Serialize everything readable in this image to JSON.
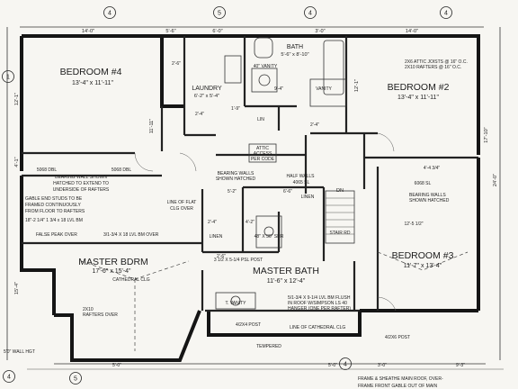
{
  "grid_markers": [
    "4",
    "5",
    "4",
    "4",
    "1",
    "4",
    "5",
    "4"
  ],
  "rooms": {
    "bedroom4": {
      "name": "BEDROOM #4",
      "size": "13'-4\" x 11'-11\""
    },
    "laundry": {
      "name": "LAUNDRY",
      "size": "6'-2\" x 5'-4\""
    },
    "bath": {
      "name": "BATH",
      "size": "5'-6\" x 8'-10\""
    },
    "bedroom2": {
      "name": "BEDROOM #2",
      "size": "13'-4\" x 11'-11\""
    },
    "master_bdrm": {
      "name": "MASTER BDRM",
      "size": "17'-6\" x 15'-4\"",
      "note": "CATHEDRAL CLG"
    },
    "master_bath": {
      "name": "MASTER BATH",
      "size": "11'-6\" x 12'-4\""
    },
    "bedroom3": {
      "name": "BEDROOM #3",
      "size": "11'-7\" x 13'-4\""
    }
  },
  "notes": {
    "bearing_wall_shown": "BEARING WALL SHOWN",
    "hatched_extend": "HATCHED TO EXTEND TO",
    "underside_rafters": "UNDERSIDE OF RAFTERS",
    "gable_end_1": "GABLE END STUDS TO BE",
    "gable_end_2": "FRAMED CONTINUOUSLY",
    "gable_end_3": "FROM FLOOR TO RAFTERS",
    "lvl_beam_left": "18\"-2 1/4\" 1 3/4 x 18 LVL BM",
    "false_peak": "FALSE PEAK OVER",
    "lvl_beam_left2": "3/1-3/4 X 18 LVL BM OVER",
    "line_of_flat_1": "LINE OF FLAT",
    "line_of_flat_2": "CLG OVER",
    "attic_access_1": "ATTIC",
    "attic_access_2": "ACCESS",
    "attic_access_3": "PER CODE",
    "bearing_walls_1": "BEARING WALLS",
    "bearing_walls_2": "SHOWN HATCHED",
    "half_walls": "HALF WALLS",
    "header_4065": "4065 SL",
    "linen": "LINEN",
    "linen2": "LINEN",
    "lin": "LIN",
    "dn": "DN",
    "stair_rd": "STAIR RD",
    "attic_joists_1": "2X6 ATTIC JOISTS @ 16\" O.C.",
    "attic_joists_2": "2X10 RAFTERS @ 16\" O.C.",
    "bearing_walls_r1": "BEARING WALLS",
    "bearing_walls_r2": "SHOWN HATCHED",
    "header_6068": "6068 SL",
    "header_5068": "5068 DBL",
    "header_5068b": "5068 DBL",
    "rafters_over_1": "2X10",
    "rafters_over_2": "RAFTERS OVER",
    "shower": "48\" X 36\" SHR",
    "lvl_post": "3 1/2 X 5-1/4 PSL POST",
    "tvanity": "T.  VANITY",
    "vanity_40": "40\" VANITY",
    "vanity": "VANITY",
    "post_2x4": "4/2X4 POST",
    "beam_flush_1": "5/1-3/4 X 9-1/4 LVL BM FLUSH",
    "beam_flush_2": "IN ROOF W/SIMPSON LS 40",
    "beam_flush_3": "HANGER (ONE PER RAFTER)",
    "cathedral_line": "LINE OF CATHEDRAL CLG",
    "tempered": "TEMPERED",
    "post_right": "4/2X6 POST",
    "wall_hgt": "5'0\" WALL HGT",
    "frame_sheathe_1": "FRAME & SHEATHE MAIN ROOF, OVER-",
    "frame_sheathe_2": "FRAME FRONT GABLE OUT OF MAIN"
  },
  "dimensions": {
    "top_left": "14'-0\"",
    "top_left2": "5'-6\"",
    "top_mid": "6'-0\"",
    "top_mid2": "3'-0\"",
    "top_right": "14'-0\"",
    "left_1": "12'-1\"",
    "left_2": "4'-1\"",
    "left_3": "11'-11\"",
    "left_4": "15'-4\"",
    "right_1": "17'-10\"",
    "right_2": "12'-1\"",
    "right_3": "24'-0\"",
    "mid_1": "2'-4\"",
    "mid_2": "4'-2\"",
    "mid_3": "5'-2\"",
    "mid_4": "6'-6\"",
    "mid_5": "12'-5 1/2\"",
    "mid_6": "4'-4 3/4\"",
    "bottom_1": "5'-0\"",
    "bottom_2": "5'-0\"",
    "bottom_3": "3'-0\"",
    "bottom_4": "9'-3\"",
    "mid_7": "2'-6\"",
    "mid_8": "9'-4\"",
    "mid_9": "2'-4\"",
    "mid_10": "2'-6\"",
    "mid_11": "1'-9\"",
    "mid_12": "2'-4\""
  }
}
